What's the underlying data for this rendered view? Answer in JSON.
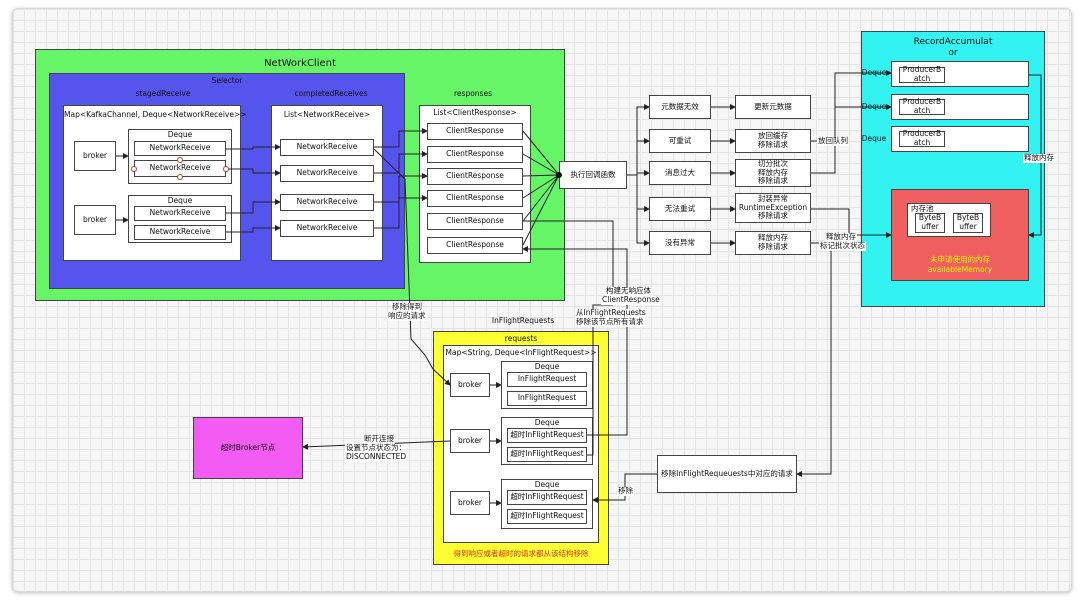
{
  "network_client": {
    "title": "NetWorkClient",
    "selector": {
      "title": "Selector",
      "staged_receive": {
        "title": "stagedReceive",
        "map_label": "Map<KafkaChannel, Deque<NetworkReceive>>",
        "brokers": [
          "broker",
          "broker"
        ],
        "deque_label": "Deque",
        "items": [
          "NetworkReceive",
          "NetworkReceive",
          "NetworkReceive",
          "NetworkReceive"
        ]
      },
      "completed_receives": {
        "title": "completedReceives",
        "list_label": "List<NetworkReceive>",
        "items": [
          "NetworkReceive",
          "NetworkReceive",
          "NetworkReceive",
          "NetworkReceive"
        ]
      }
    },
    "responses": {
      "title": "responses",
      "list_label": "List<ClientResponse>",
      "items": [
        "ClientResponse",
        "ClientResponse",
        "ClientResponse",
        "ClientResponse",
        "ClientResponse",
        "ClientResponse"
      ]
    }
  },
  "callback": {
    "label": "执行回调函数"
  },
  "conditions": [
    "元数据无效",
    "可重试",
    "消息过大",
    "无法重试",
    "没有异常"
  ],
  "actions": [
    {
      "lines": [
        "更新元数据"
      ]
    },
    {
      "lines": [
        "放回缓存",
        "移除请求"
      ]
    },
    {
      "lines": [
        "切分批次",
        "释放内存",
        "移除请求"
      ]
    },
    {
      "lines": [
        "封装异常",
        "RuntimeException",
        "移除请求"
      ]
    },
    {
      "lines": [
        "释放内存",
        "移除请求"
      ]
    }
  ],
  "edge_labels": {
    "requeue": "放回队列",
    "release_memory": "释放内存",
    "release_mark": [
      "释放内存",
      "标记批次状态"
    ],
    "remove_matched": [
      "移除得到",
      "响应的请求"
    ],
    "build_no_response": [
      "构建无响应体",
      "ClientResponse"
    ],
    "remove_node_requests": [
      "从InFlightRequests",
      "移除该节点所有请求"
    ],
    "disconnect": [
      "断开连接",
      "设置节点状态为：",
      "DISCONNECTED"
    ],
    "remove": "移除"
  },
  "record_accumulator": {
    "title": [
      "RecordAccumulat",
      "or"
    ],
    "deque_label": "Deque",
    "batches": [
      [
        "ProducerB",
        "atch"
      ],
      [
        "ProducerB",
        "atch"
      ],
      [
        "ProducerB",
        "atch"
      ]
    ],
    "memory_pool": {
      "title": "内存池",
      "buffers": [
        [
          "ByteB",
          "uffer"
        ],
        [
          "ByteB",
          "uffer"
        ]
      ],
      "unused": [
        "未申请使用的内存",
        "availableMemory"
      ]
    }
  },
  "inflight": {
    "title_outer": "InFlightRequests",
    "title": "requests",
    "map_label": "Map<String, Deque<InFlightRequest>>",
    "brokers": [
      "broker",
      "broker",
      "broker"
    ],
    "deque_label": "Deque",
    "group1": [
      "InFlightRequest",
      "InFlightRequest"
    ],
    "group2": [
      "超时InFlightRequest",
      "超时InFlightRequest"
    ],
    "group3": [
      "超时InFlightRequest",
      "超时InFlightRequest"
    ],
    "footer": "得到响应或者超时的请求都从该结构移除"
  },
  "timeout_broker": {
    "label": "超时Broker节点"
  },
  "remove_inflight": {
    "label": "移除InFlightRequeuests中对应的请求"
  },
  "colors": {
    "network_client_bg": "#66f566",
    "selector_bg": "#5555ee",
    "accumulator_bg": "#33f2f2",
    "memory_pool_bg": "#ef5f5f",
    "inflight_bg": "#ffff33",
    "timeout_broker_bg": "#f25cf2",
    "footer_text": "#e0301e"
  }
}
